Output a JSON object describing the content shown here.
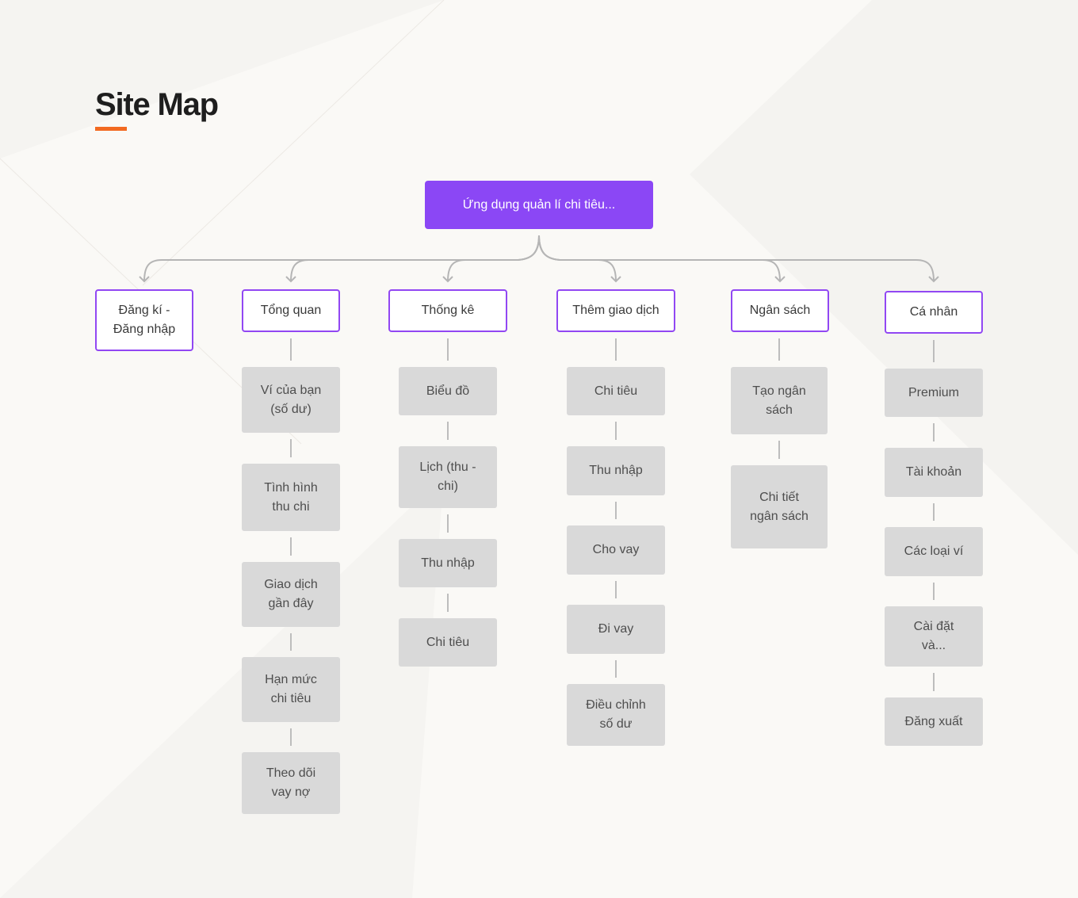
{
  "page": {
    "title": "Site Map",
    "accent_color": "#f26a21",
    "root_color": "#8b47f5",
    "category_border_color": "#9147f3",
    "leaf_color": "#d9d9d9",
    "background_color": "#faf9f6"
  },
  "root": {
    "label": "Ứng dụng quản lí chi tiêu..."
  },
  "columns": [
    {
      "label": "Đăng kí - Đăng nhập",
      "items": []
    },
    {
      "label": "Tổng quan",
      "items": [
        "Ví của bạn (số dư)",
        "Tình hình thu chi",
        "Giao dịch gần đây",
        "Hạn mức chi tiêu",
        "Theo dõi vay nợ"
      ]
    },
    {
      "label": "Thống kê",
      "items": [
        "Biểu đồ",
        "Lịch (thu - chi)",
        "Thu nhập",
        "Chi tiêu"
      ]
    },
    {
      "label": "Thêm giao dịch",
      "items": [
        "Chi tiêu",
        "Thu nhập",
        "Cho vay",
        "Đi vay",
        "Điều chỉnh số dư"
      ]
    },
    {
      "label": "Ngân sách",
      "items": [
        "Tạo ngân sách",
        "Chi tiết ngân sách"
      ]
    },
    {
      "label": "Cá nhân",
      "items": [
        "Premium",
        "Tài khoản",
        "Các loại ví",
        "Cài đặt và...",
        "Đăng xuất"
      ]
    }
  ]
}
